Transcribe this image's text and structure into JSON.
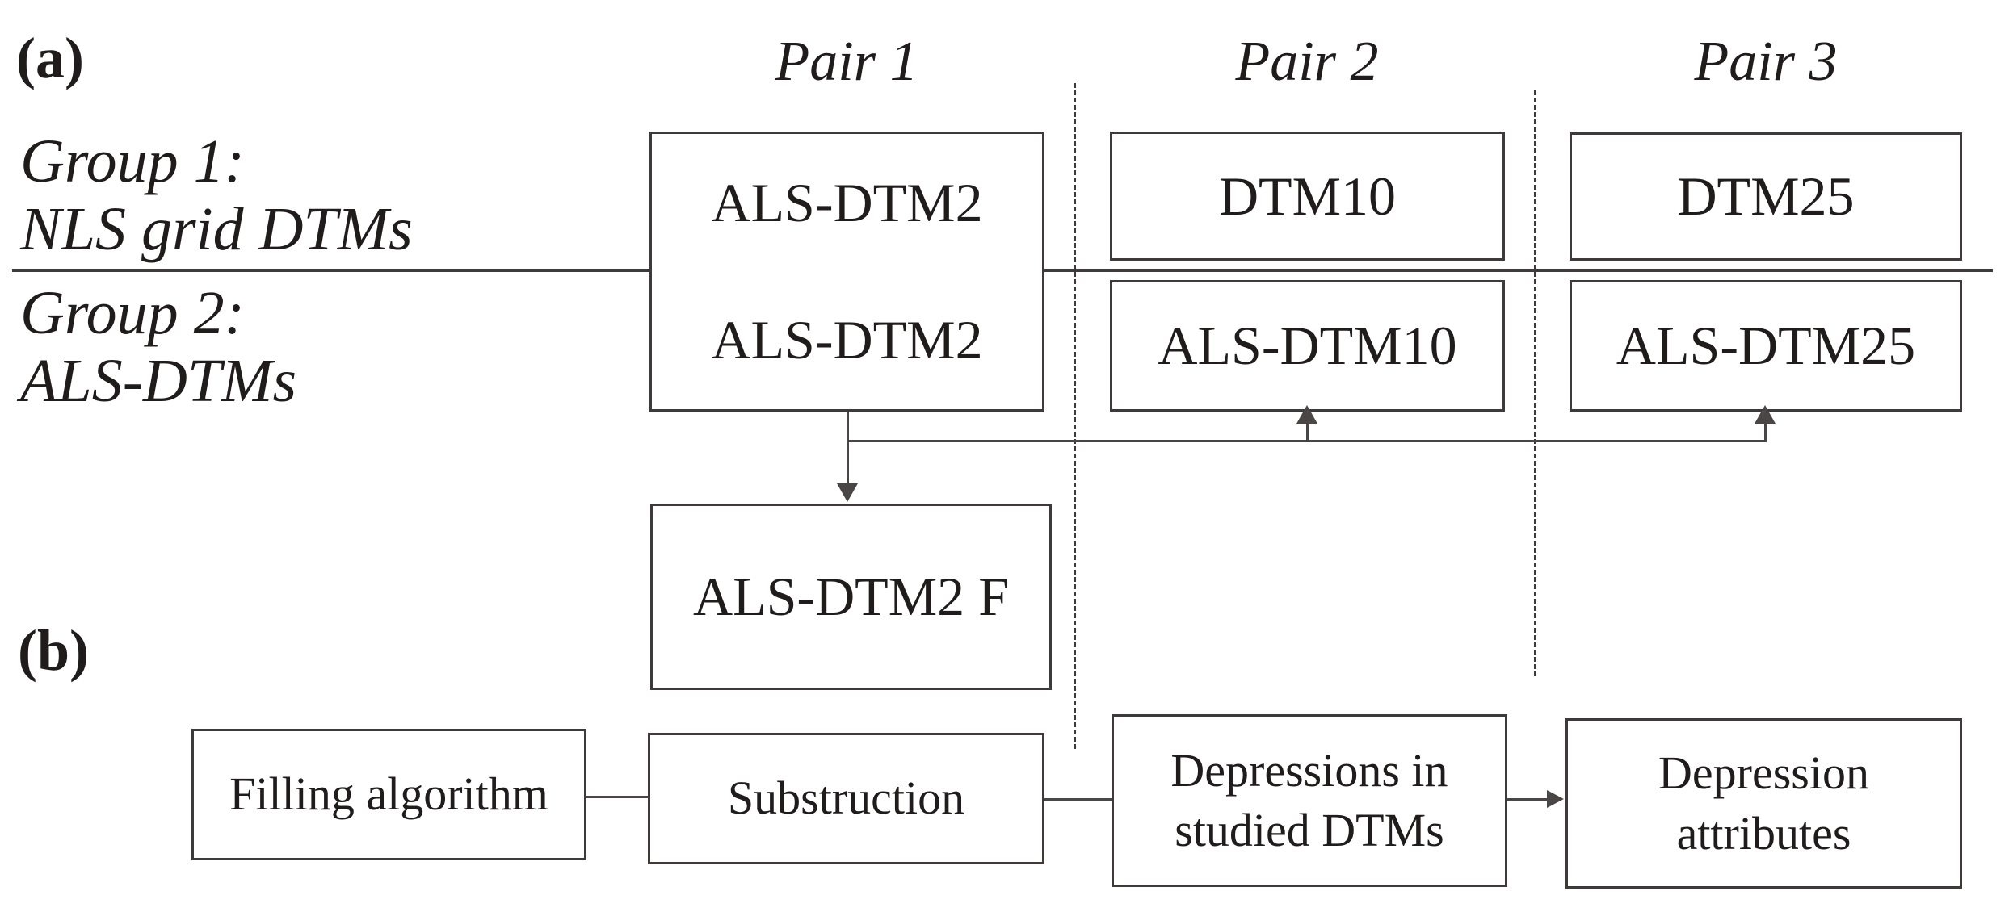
{
  "figure": {
    "panel_a": {
      "label": "(a)",
      "pair_headers": [
        "Pair 1",
        "Pair 2",
        "Pair 3"
      ],
      "group1": {
        "line1": "Group 1:",
        "line2": "NLS grid DTMs"
      },
      "group2": {
        "line1": "Group 2:",
        "line2": "ALS-DTMs"
      },
      "boxes": {
        "pair1_top": "ALS-DTM2",
        "pair1_bottom": "ALS-DTM2",
        "pair2_top": "DTM10",
        "pair3_top": "DTM25",
        "pair2_bottom": "ALS-DTM10",
        "pair3_bottom": "ALS-DTM25",
        "filtered": "ALS-DTM2 F"
      }
    },
    "panel_b": {
      "label": "(b)",
      "boxes": {
        "step1": "Filling algorithm",
        "step2": "Substruction",
        "step3_line1": "Depressions in",
        "step3_line2": "studied DTMs",
        "step4_line1": "Depression",
        "step4_line2": "attributes"
      }
    },
    "colors": {
      "text": "#1f1c1b",
      "border": "#3e3a39",
      "line": "#4a4645",
      "background": "#ffffff"
    }
  }
}
